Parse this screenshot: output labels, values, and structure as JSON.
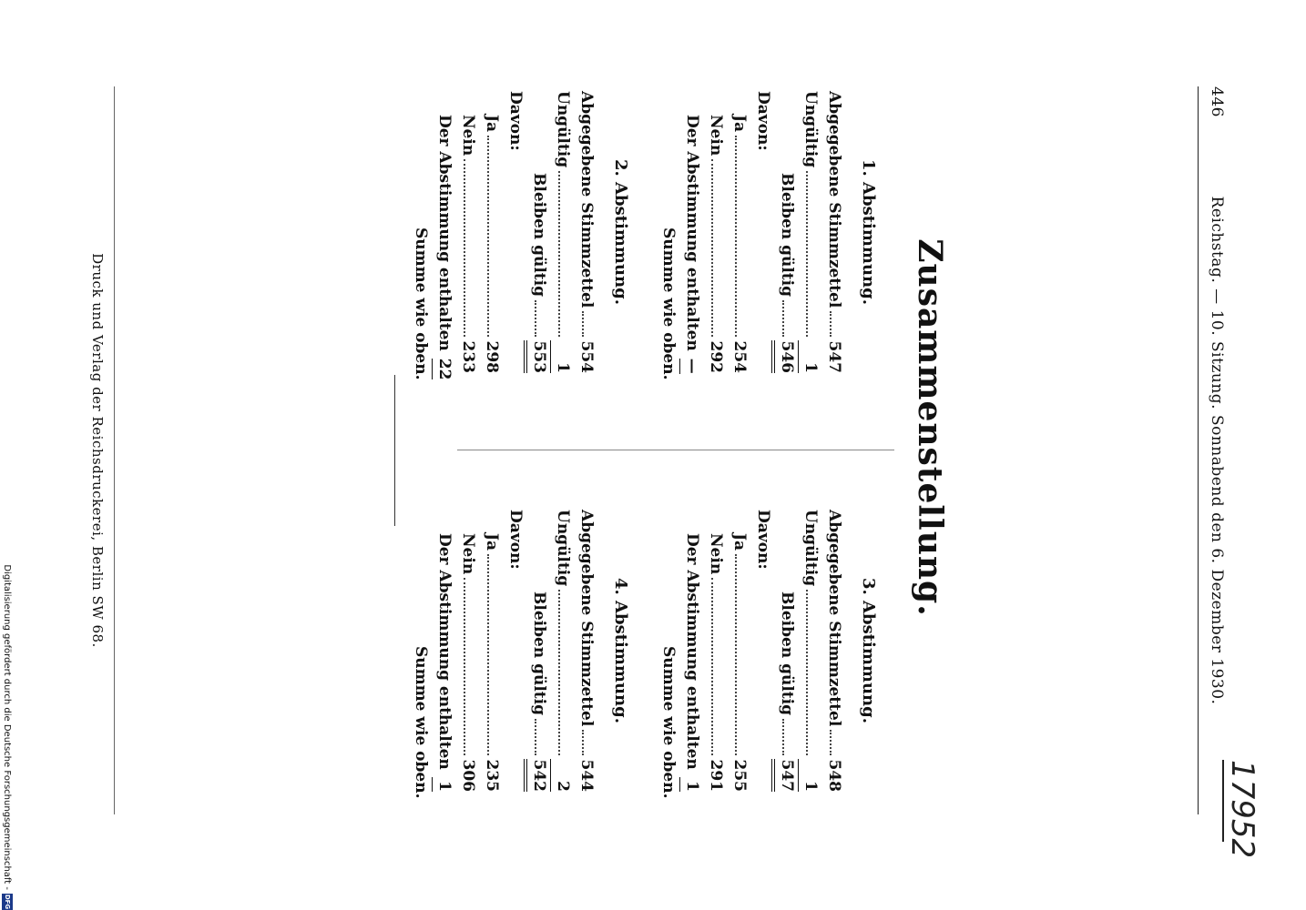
{
  "header": {
    "page_number": "446",
    "title": "Reichstag. — 10. Sitzung. Sonnabend den 6. Dezember 1930."
  },
  "handwritten_note": "17952",
  "main_title": "Zusammenstellung.",
  "blocks": [
    {
      "heading": "1. Abstimmung.",
      "abgegeben_label": "Abgegebene Stimmzettel",
      "abgegeben": "547",
      "ungueltig_label": "Ungültig",
      "ungueltig": "1",
      "gueltig_label": "Bleiben gültig",
      "gueltig": "546",
      "davon_label": "Davon:",
      "ja_label": "Ja",
      "ja": "254",
      "nein_label": "Nein",
      "nein": "292",
      "enthalten_label": "Der Abstimmung enthalten",
      "enthalten": "—",
      "summe_label": "Summe wie oben."
    },
    {
      "heading": "2. Abstimmung.",
      "abgegeben_label": "Abgegebene Stimmzettel",
      "abgegeben": "554",
      "ungueltig_label": "Ungültig",
      "ungueltig": "1",
      "gueltig_label": "Bleiben gültig",
      "gueltig": "553",
      "davon_label": "Davon:",
      "ja_label": "Ja",
      "ja": "298",
      "nein_label": "Nein",
      "nein": "233",
      "enthalten_label": "Der Abstimmung enthalten",
      "enthalten": "22",
      "summe_label": "Summe wie oben."
    },
    {
      "heading": "3. Abstimmung.",
      "abgegeben_label": "Abgegebene Stimmzettel",
      "abgegeben": "548",
      "ungueltig_label": "Ungültig",
      "ungueltig": "1",
      "gueltig_label": "Bleiben gültig",
      "gueltig": "547",
      "davon_label": "Davon:",
      "ja_label": "Ja",
      "ja": "255",
      "nein_label": "Nein",
      "nein": "291",
      "enthalten_label": "Der Abstimmung enthalten",
      "enthalten": "1",
      "summe_label": "Summe wie oben."
    },
    {
      "heading": "4. Abstimmung.",
      "abgegeben_label": "Abgegebene Stimmzettel",
      "abgegeben": "544",
      "ungueltig_label": "Ungültig",
      "ungueltig": "2",
      "gueltig_label": "Bleiben gültig",
      "gueltig": "542",
      "davon_label": "Davon:",
      "ja_label": "Ja",
      "ja": "235",
      "nein_label": "Nein",
      "nein": "306",
      "enthalten_label": "Der Abstimmung enthalten",
      "enthalten": "1",
      "summe_label": "Summe wie oben."
    }
  ],
  "footer": "Druck und Verlag der Reichsdruckerei, Berlin SW 68.",
  "credit": "Digitalisierung gefördert durch die Deutsche Forschungsgemeinschaft -",
  "credit_logo": "DFG"
}
